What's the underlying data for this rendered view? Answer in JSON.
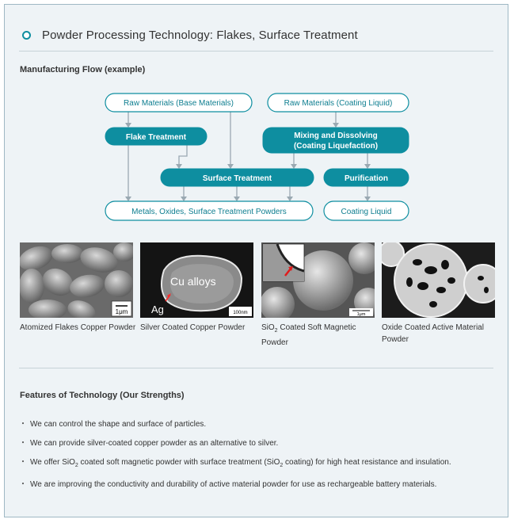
{
  "title": "Powder Processing Technology: Flakes, Surface Treatment",
  "flow": {
    "heading": "Manufacturing Flow (example)",
    "nodes": {
      "raw_base": "Raw Materials (Base Materials)",
      "raw_coating": "Raw Materials (Coating Liquid)",
      "flake": "Flake Treatment",
      "mixing_line1": "Mixing and Dissolving",
      "mixing_line2": "(Coating Liquefaction)",
      "surface": "Surface Treatment",
      "purification": "Purification",
      "powders": "Metals, Oxides, Surface Treatment Powders",
      "coating_liquid": "Coating Liquid"
    }
  },
  "photos": [
    {
      "caption": "Atomized Flakes Copper Powder",
      "scale": "1μm"
    },
    {
      "caption": "Silver Coated Copper Powder",
      "scale": "100nm",
      "label_main": "Cu alloys",
      "label_sub": "Ag"
    },
    {
      "caption_pre": "SiO",
      "caption_sub": "2",
      "caption_post": " Coated Soft Magnetic Powder",
      "scale": "1μm"
    },
    {
      "caption": "Oxide Coated Active Material Powder"
    }
  ],
  "features": {
    "heading": "Features of Technology (Our Strengths)",
    "b1": "We can control the shape and surface of particles.",
    "b2": "We can provide silver-coated copper powder as an alternative to silver.",
    "b3_a": "We offer SiO",
    "b3_sub1": "2",
    "b3_b": " coated soft magnetic powder with surface treatment (SiO",
    "b3_sub2": "2",
    "b3_c": " coating) for high heat resistance and insulation.",
    "b4": "We are improving the conductivity and durability of active material powder for use as rechargeable battery materials."
  },
  "colors": {
    "accent": "#0e8ea0",
    "panel_bg": "#eef3f6",
    "border": "#9fb8c4"
  }
}
